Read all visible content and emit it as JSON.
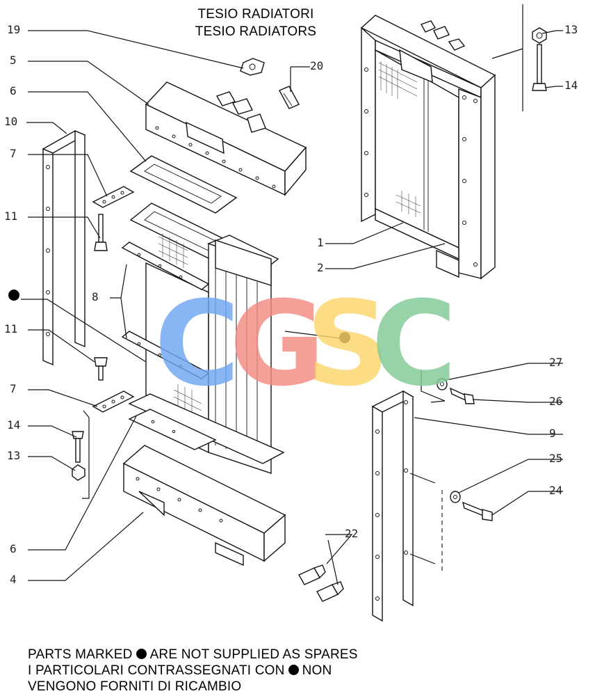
{
  "title": {
    "line1": "TESIO RADIATORI",
    "line2": "TESIO RADIATORS"
  },
  "notes": {
    "line1_before": "PARTS MARKED",
    "line1_after": "ARE NOT SUPPLIED AS SPARES",
    "line2_before": "I PARTICOLARI CONTRASSEGNATI CON",
    "line2_after": "NON",
    "line3": "VENGONO FORNITI DI RICAMBIO"
  },
  "watermark": {
    "letters": [
      "C",
      "G",
      "S",
      "C"
    ],
    "colors": [
      "#6fa6f2",
      "#f28b82",
      "#fcd56a",
      "#81c995"
    ]
  },
  "labels": {
    "p1": "1",
    "p2": "2",
    "p4": "4",
    "p5": "5",
    "p6a": "6",
    "p6b": "6",
    "p7a": "7",
    "p7b": "7",
    "p8": "8",
    "p9": "9",
    "p10": "10",
    "p11a": "11",
    "p11b": "11",
    "p13a": "13",
    "p13b": "13",
    "p14a": "14",
    "p14b": "14",
    "p19": "19",
    "p20": "20",
    "p22": "22",
    "p24": "24",
    "p25": "25",
    "p26": "26",
    "p27": "27"
  }
}
